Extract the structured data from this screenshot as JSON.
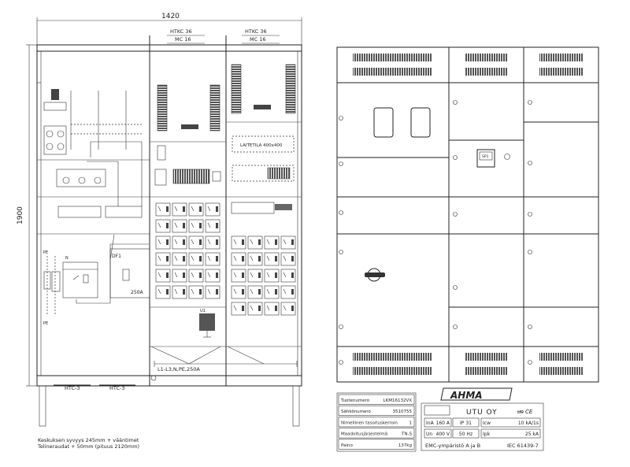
{
  "front_view": {
    "width_dim": "1420",
    "height_dim": "1900",
    "top_labels": [
      {
        "line1": "HTKC 36",
        "line2": "MC 16"
      },
      {
        "line1": "HTKC 36",
        "line2": "MC 16"
      }
    ],
    "device_space_label": "LAITETILA   400x400",
    "df1_label": "DF1",
    "df1_rating": "250A",
    "u1_label": "U1",
    "busbar_label": "L1-L3,N,PE,250A",
    "bottom_labels": [
      "HTC-3",
      "HTC-3"
    ],
    "pe_label": "PE",
    "n_label": "N",
    "notes": [
      "Keskuksen syvyys 245mm + vääntimet",
      "Telineraudat + 50mm (pituus 2120mm)"
    ]
  },
  "door_view": {
    "meter_label": "SP1"
  },
  "product_table": [
    {
      "label": "Tuotenumero",
      "value": "LKM16132VX"
    },
    {
      "label": "Sähkönumero",
      "value": "3510755"
    },
    {
      "label": "Nimellinen tasoituskerroin",
      "value": "1"
    },
    {
      "label": "Maadoitusjärjestelmä",
      "value": "TN-S"
    },
    {
      "label": "Paino",
      "value": "137kg"
    }
  ],
  "rating_plate": {
    "brand": "AHMA",
    "manufacturer": "UTU OY",
    "marks": "ᵾᵰ CE",
    "cells": [
      {
        "label": "InA",
        "value": "160 A"
      },
      {
        "label": "",
        "value": "IP 31"
      },
      {
        "label": "Icw",
        "value": "10 kA/1s"
      },
      {
        "label": "Un",
        "value": "400 V"
      },
      {
        "label": "",
        "value": "50 Hz"
      },
      {
        "label": "Ipk",
        "value": "25 kA"
      }
    ],
    "emc": "EMC-ympäristö  A ja B",
    "standard": "IEC 61439-7"
  }
}
